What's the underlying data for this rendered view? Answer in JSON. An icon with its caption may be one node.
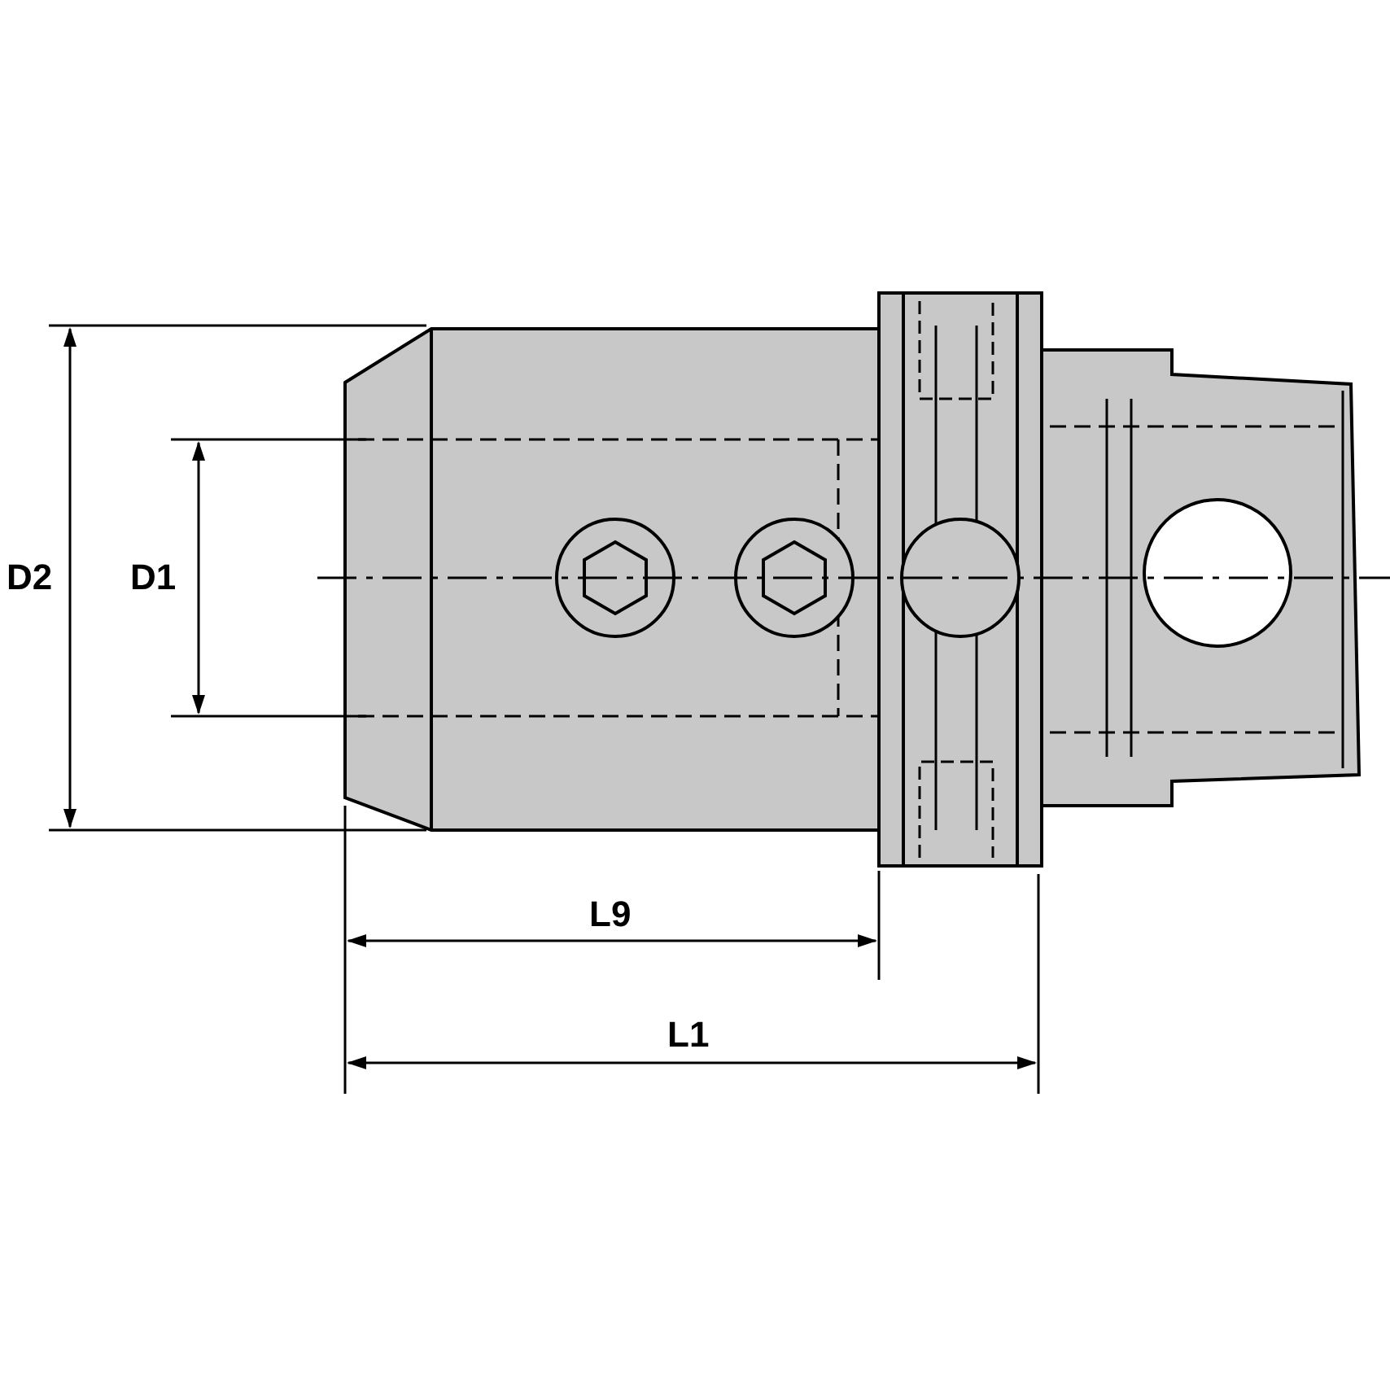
{
  "diagram": {
    "labels": [
      "D2",
      "D1",
      "L9",
      "L1"
    ]
  }
}
